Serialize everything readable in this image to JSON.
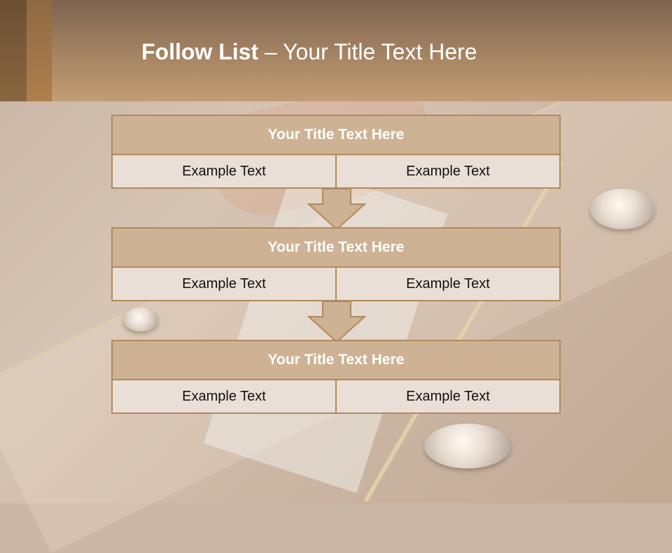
{
  "slide": {
    "title_bold": "Follow List",
    "title_rest": " – Your Title Text Here"
  },
  "list": [
    {
      "title": "Your Title Text Here",
      "left": "Example Text",
      "right": "Example Text"
    },
    {
      "title": "Your Title Text Here",
      "left": "Example Text",
      "right": "Example Text"
    },
    {
      "title": "Your Title Text Here",
      "left": "Example Text",
      "right": "Example Text"
    }
  ],
  "colors": {
    "header": "#a68463",
    "block_header": "#cdb293",
    "block_border": "#b08a5e",
    "block_body": "#eadfd6"
  },
  "icons": [
    "arrow-down-icon",
    "arrow-down-icon"
  ]
}
